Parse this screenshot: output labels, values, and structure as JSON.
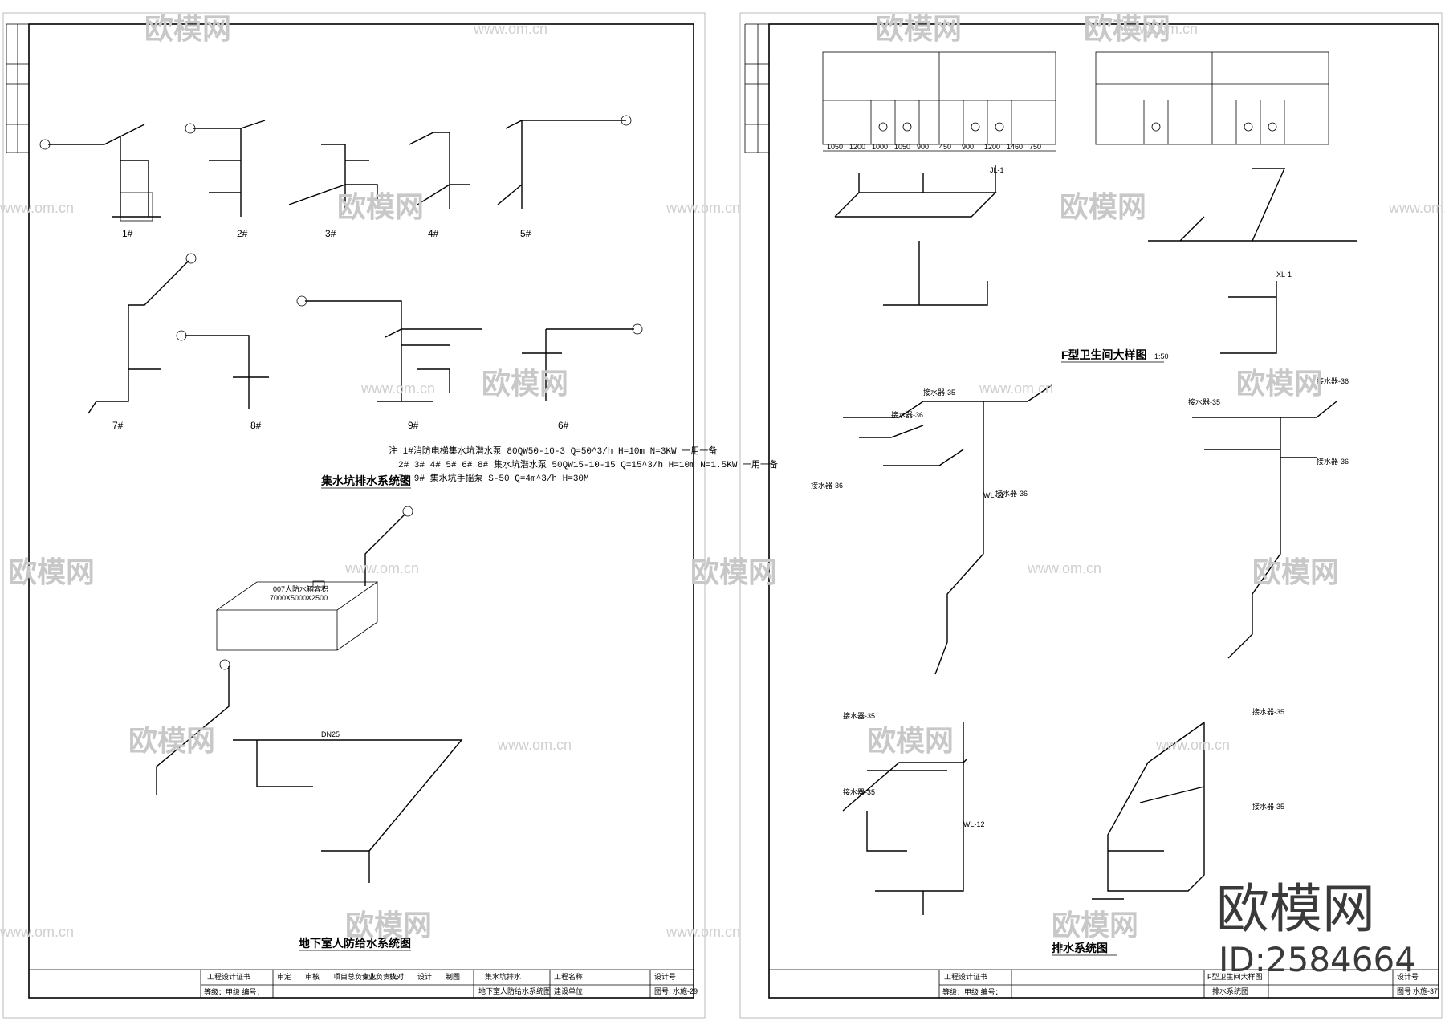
{
  "left_sheet": {
    "pit_labels": [
      "1#",
      "2#",
      "3#",
      "4#",
      "5#",
      "7#",
      "8#",
      "9#",
      "6#"
    ],
    "section_title_1": "集水坑排水系统图",
    "notes": [
      "注 1#消防电梯集水坑潜水泵 80QW50-10-3 Q=50^3/h H=10m N=3KW 一用一备",
      "2# 3# 4# 5# 6# 8# 集水坑潜水泵 50QW15-10-15 Q=15^3/h H=10m N=1.5KW 一用一备",
      "7# 9# 集水坑手摇泵 S-50 Q=4m^3/h H=30M"
    ],
    "tank_label": "007人防水箱容积",
    "tank_size": "7000X5000X2500",
    "pipe_label": "DN25",
    "section_title_2": "地下室人防给水系统图",
    "title_block": {
      "cert": "工程设计证书",
      "grade": "等级：甲级 编号：",
      "roles": [
        "审定",
        "审核",
        "项目总负责人",
        "专业负责人",
        "校对",
        "设计",
        "制图"
      ],
      "drawing_name_1": "集水坑排水",
      "drawing_name_2": "地下室人防给水系统图",
      "project_label": "工程名称",
      "client_label": "建设单位",
      "design_no": "设计号",
      "drawing_no_label": "图号",
      "drawing_no": "水施-29"
    }
  },
  "right_sheet": {
    "detail_title": "F型卫生间大样图",
    "detail_scale": "1:50",
    "dims_row": [
      "1050",
      "1200",
      "1000",
      "1050",
      "900",
      "450",
      "900",
      "1200",
      "1460",
      "750"
    ],
    "drain_tags": [
      "接水器-35",
      "接水器-36"
    ],
    "pipe_tags": [
      "WL-11",
      "WL-12",
      "JL-1",
      "XL-1"
    ],
    "section_title": "排水系统图",
    "title_block": {
      "cert": "工程设计证书",
      "grade": "等级：甲级 编号：",
      "drawing_name_1": "F型卫生间大样图",
      "drawing_name_2": "排水系统图",
      "design_no": "设计号",
      "drawing_no_label": "图号",
      "drawing_no": "水施-37"
    }
  },
  "watermark": {
    "brand": "欧模网",
    "url": "www.om.cn",
    "corner_brand": "欧模网",
    "corner_id": "ID:2584664"
  },
  "colors": {
    "line": "#000000",
    "watermark": "#c8c8c8",
    "brand": "#3a3a3a"
  }
}
